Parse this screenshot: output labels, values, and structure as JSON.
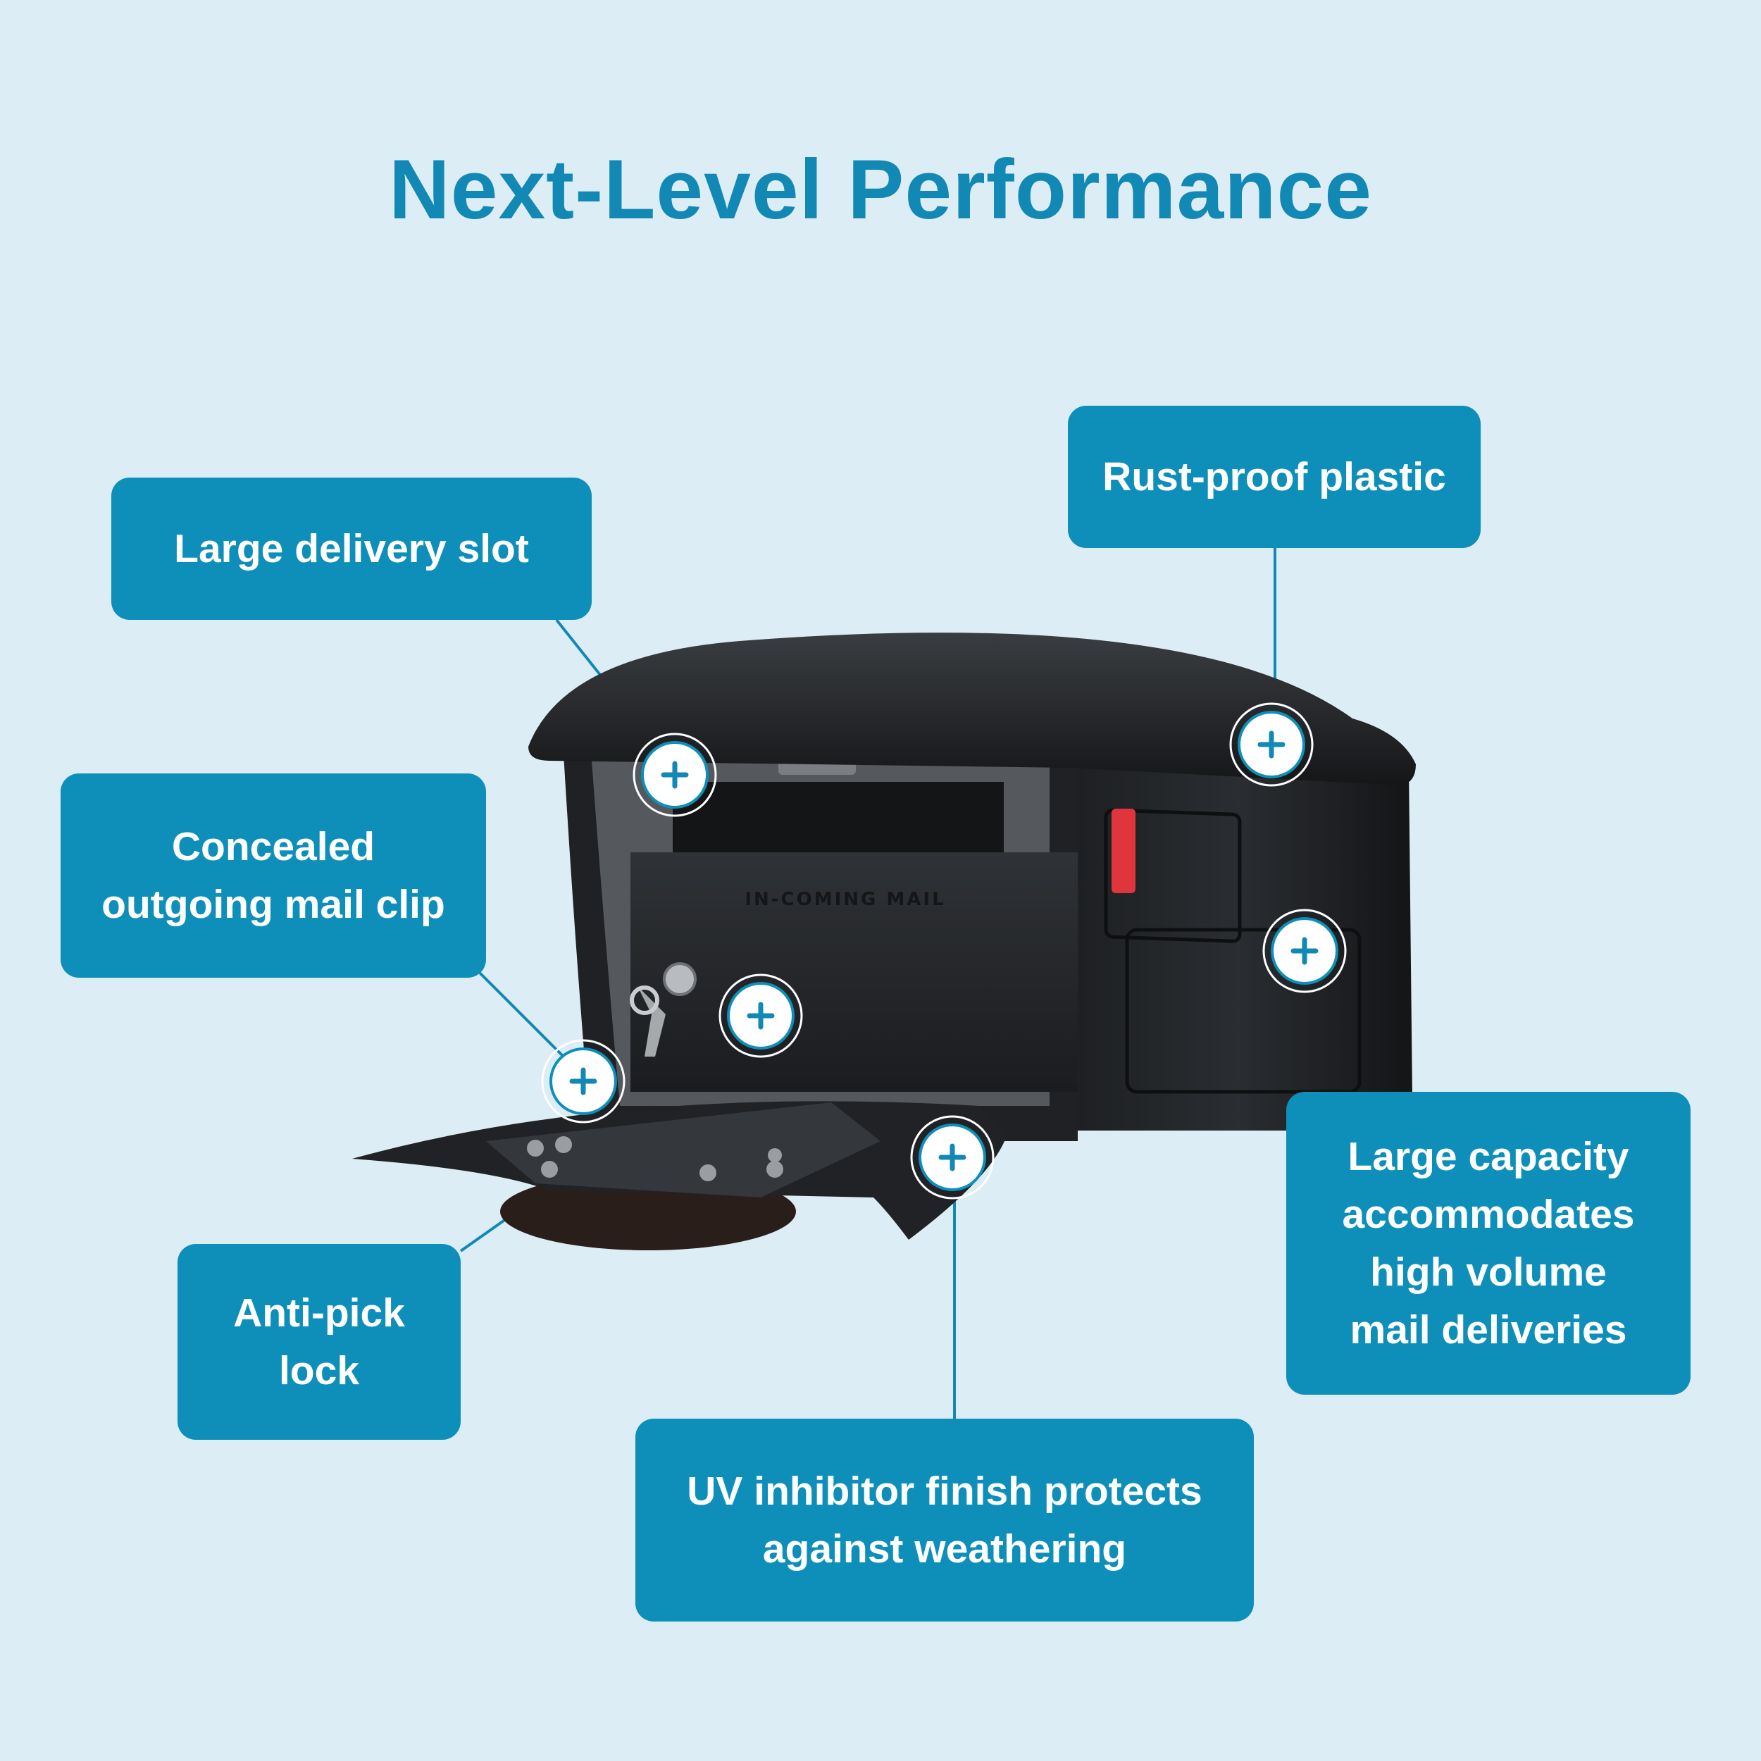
{
  "title": "Next-Level Performance",
  "callouts": {
    "delivery_slot": "Large delivery slot",
    "rust_proof": "Rust-proof plastic",
    "outgoing_clip": "Concealed\noutgoing mail clip",
    "capacity": "Large capacity\naccommodates\nhigh volume\nmail deliveries",
    "anti_pick": "Anti-pick\nlock",
    "uv_finish": "UV inhibitor finish protects\nagainst weathering"
  },
  "product": {
    "door_label": "IN-COMING MAIL"
  },
  "colors": {
    "background": "#dcedf5",
    "accent": "#0d8fba",
    "title": "#1289b4",
    "flag": "#e0353c"
  },
  "icons": {
    "hotspot": "plus-icon"
  }
}
